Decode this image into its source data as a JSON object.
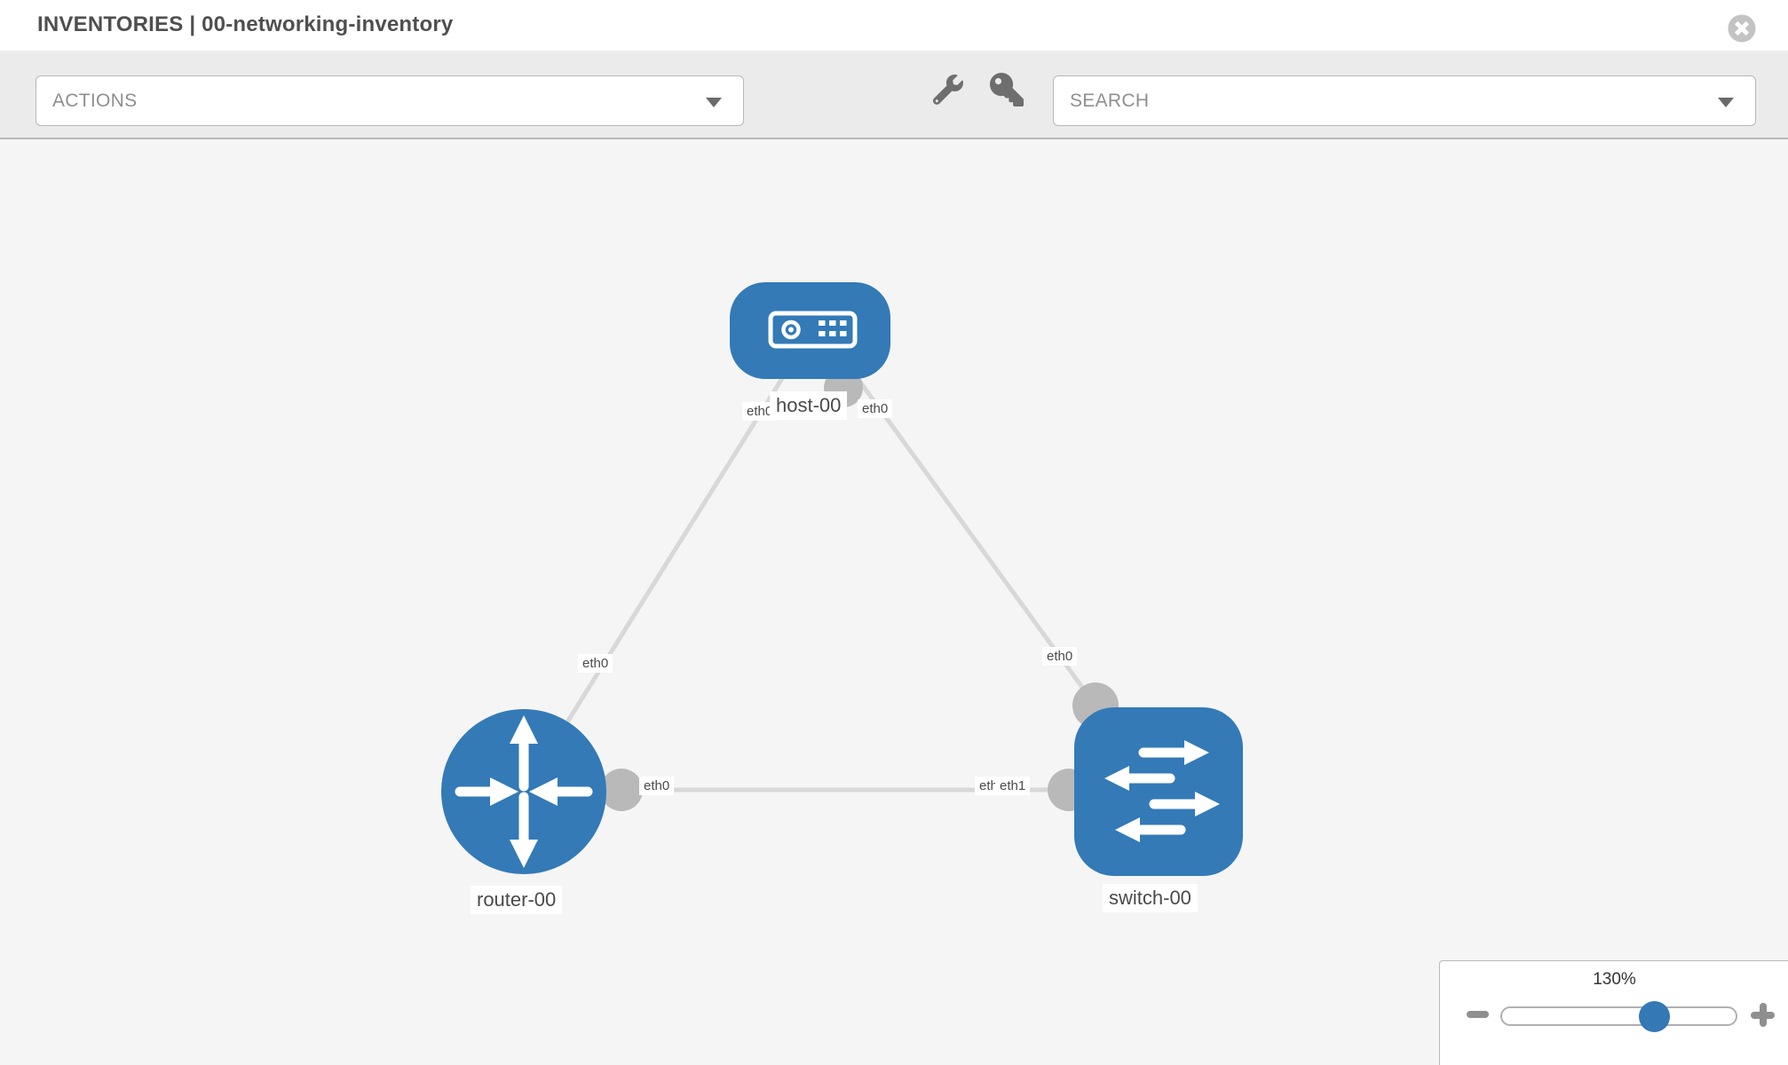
{
  "header": {
    "title": "INVENTORIES | 00-networking-inventory"
  },
  "toolbar": {
    "actions_dropdown": {
      "label": "ACTIONS"
    },
    "search_dropdown": {
      "label": "SEARCH"
    },
    "icons": [
      "wrench-icon",
      "key-icon"
    ]
  },
  "topology": {
    "nodes": [
      {
        "id": "host-00",
        "type": "host",
        "label": "host-00"
      },
      {
        "id": "router-00",
        "type": "router",
        "label": "router-00"
      },
      {
        "id": "switch-00",
        "type": "switch",
        "label": "switch-00"
      }
    ],
    "links": [
      {
        "source": "host-00",
        "source_interface": "eth0",
        "target": "router-00",
        "target_interface": "eth0"
      },
      {
        "source": "host-00",
        "source_interface": "eth0",
        "target": "switch-00",
        "target_interface": "eth0"
      },
      {
        "source": "router-00",
        "source_interface": "eth0",
        "target": "switch-00",
        "target_interface": "eth1"
      }
    ],
    "interface_labels": {
      "host_left": "eth0",
      "host_right": "eth0",
      "link_host_router": "eth0",
      "link_host_switch": "eth0",
      "link_rs_router_end": "eth0",
      "link_rs_switch_end_back": "eth0",
      "link_rs_switch_end_front": "eth1"
    }
  },
  "zoom_control": {
    "level": "130%",
    "slider_percent": 65
  },
  "colors": {
    "node_blue": "#337ab7",
    "link_gray": "#d8d8d8",
    "port_dot_gray": "#b9b9b9",
    "canvas_bg": "#f5f5f5",
    "toolbar_bg": "#ebebeb",
    "slider_handle_blue": "#3478b6",
    "icon_gray": "#6e6e6e",
    "title_gray": "#4f4f4f"
  }
}
